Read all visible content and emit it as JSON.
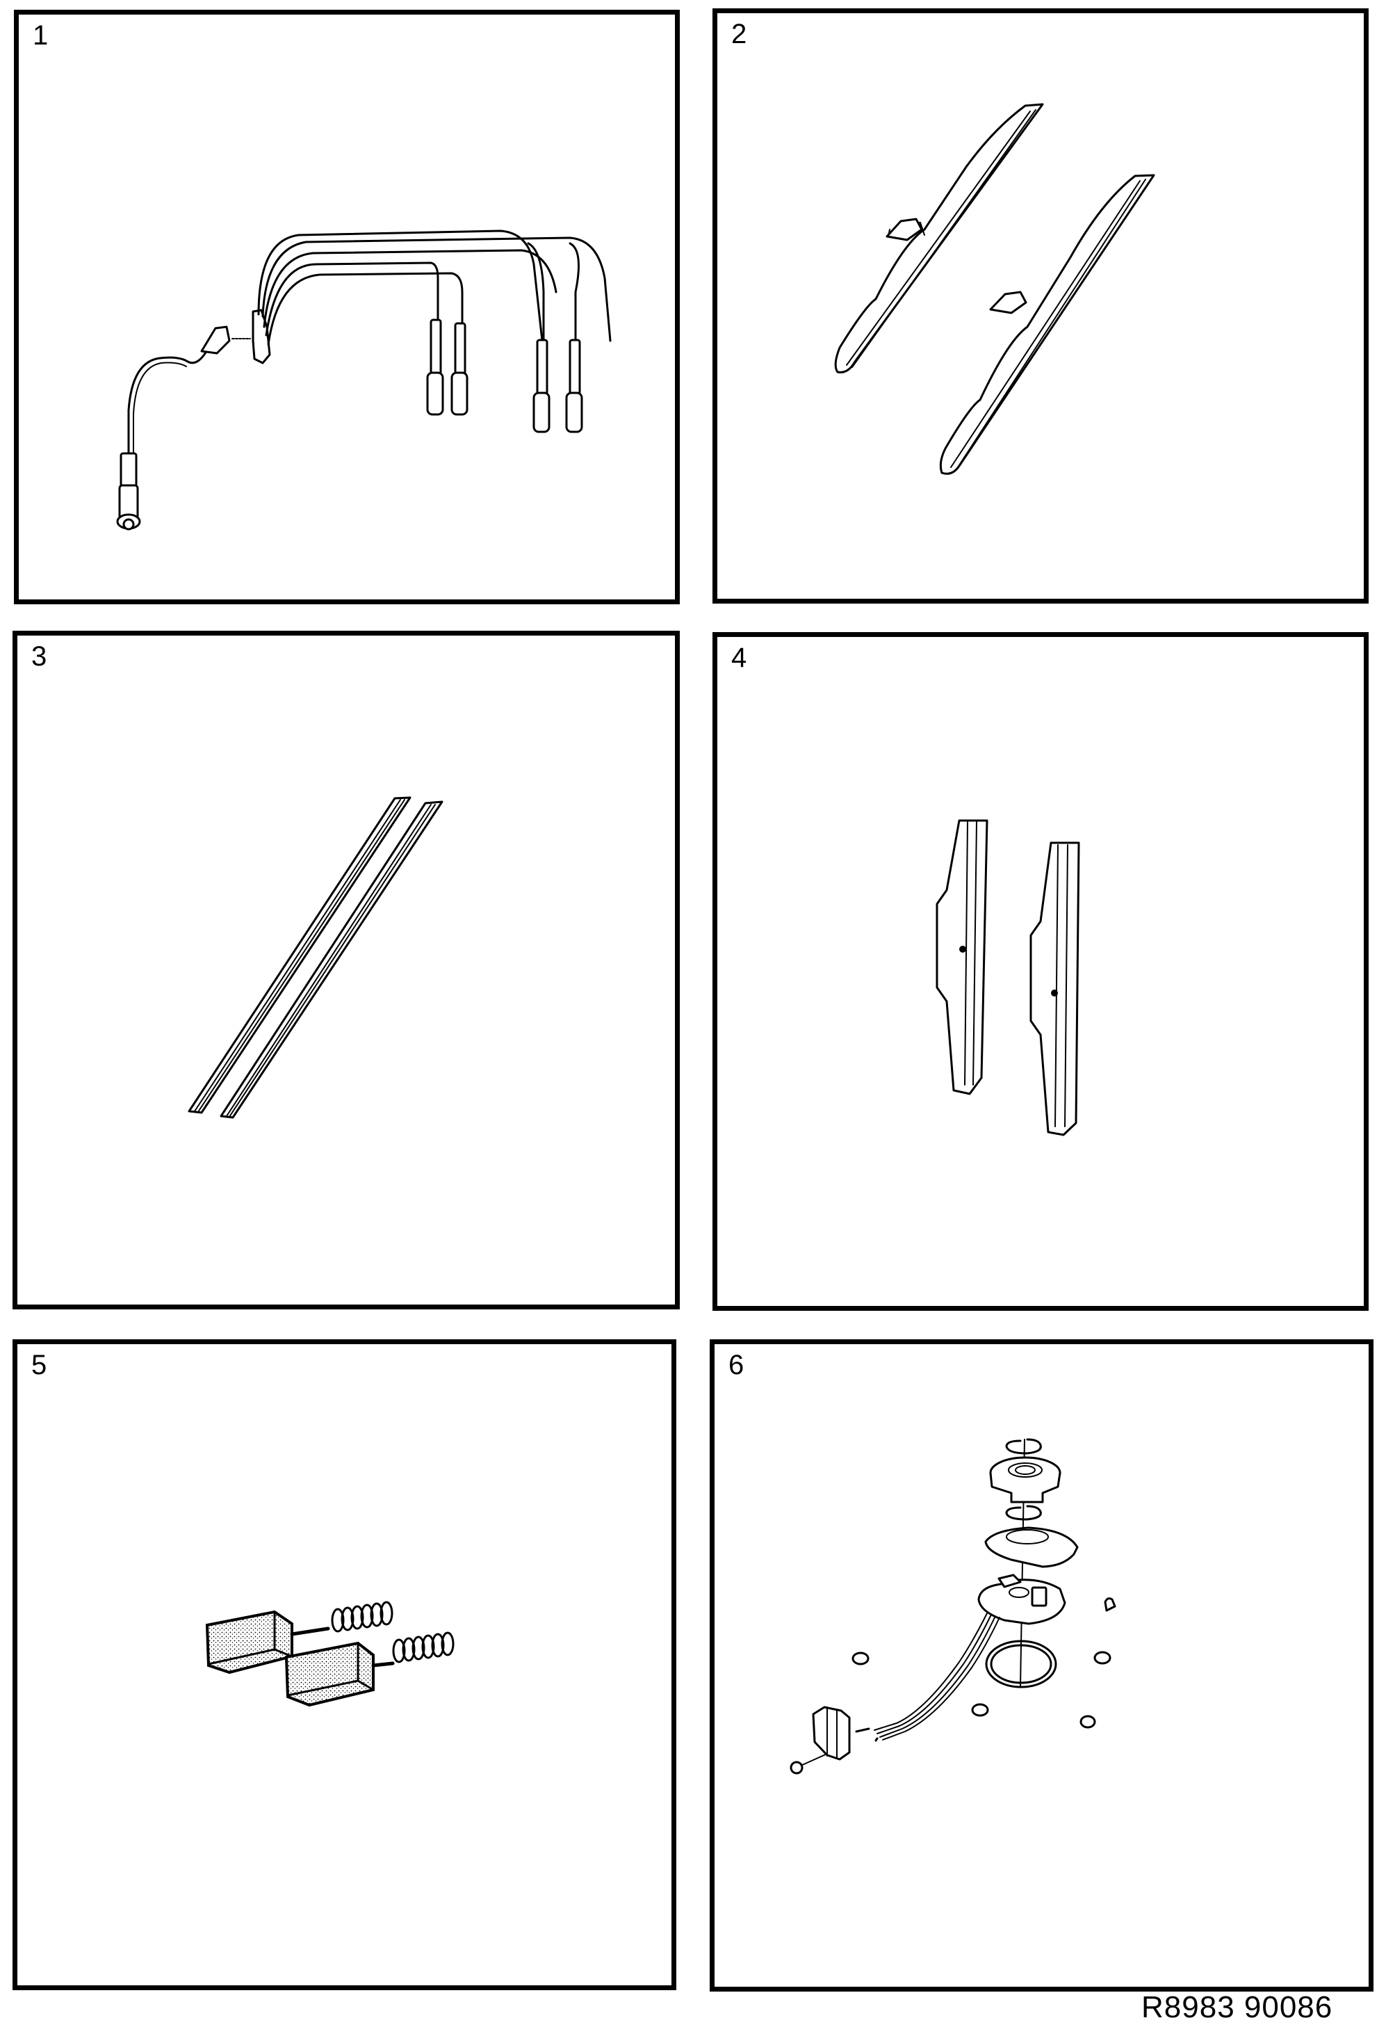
{
  "document": {
    "type": "parts illustration sheet",
    "reference_code": "R8983 90086"
  },
  "panels": [
    {
      "number": "1",
      "subject": "ignition-cable-set",
      "icon": "spark-plug-leads"
    },
    {
      "number": "2",
      "subject": "front-wiper-blades",
      "icon": "wiper-blade-pair"
    },
    {
      "number": "3",
      "subject": "wiper-blade-rubber-refills",
      "icon": "rubber-refill-pair"
    },
    {
      "number": "4",
      "subject": "rear-wiper-blades",
      "icon": "short-wiper-blade-pair"
    },
    {
      "number": "5",
      "subject": "carbon-brushes-with-springs",
      "icon": "carbon-brush-pair"
    },
    {
      "number": "6",
      "subject": "distributor-pickup-assembly-exploded",
      "icon": "pickup-exploded-view"
    }
  ],
  "colors": {
    "ink": "#000000",
    "paper": "#ffffff"
  }
}
